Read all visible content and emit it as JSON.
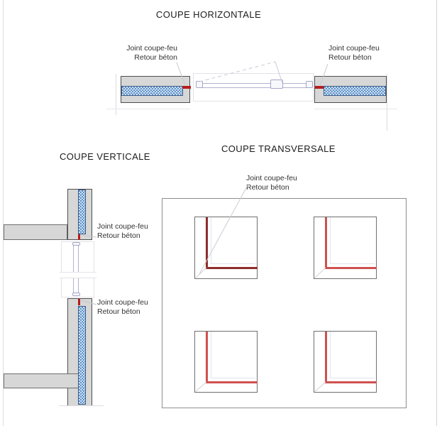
{
  "sections": {
    "horizontal": {
      "title": "COUPE HORIZONTALE"
    },
    "vertical": {
      "title": "COUPE VERTICALE"
    },
    "transversal": {
      "title": "COUPE TRANSVERSALE"
    }
  },
  "annotation": {
    "line1": "Joint coupe-feu",
    "line2": "Retour béton"
  },
  "colors": {
    "fire_joint_red": "#b71c1c",
    "fire_joint_red_bright": "#d05050",
    "fire_joint_red_dark": "#8f2d2d",
    "concrete_fill": "#d7d7d7",
    "concrete_edge": "#4f4f4f",
    "insulation_fill": "#eaf2fb",
    "insulation_dot": "#5f94cb",
    "insulation_edge": "#3c5c86",
    "window_frame_lavender": "#b2b2d2",
    "leader_line_gray": "#c6c6d0"
  }
}
